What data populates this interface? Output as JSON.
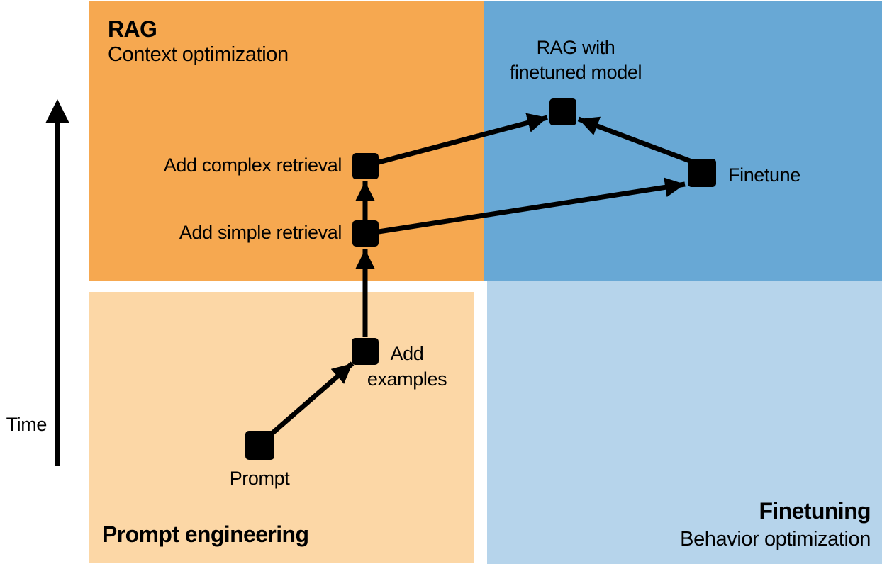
{
  "figure": {
    "axis": {
      "label": "Time"
    },
    "quadrants": {
      "top_left": {
        "title": "RAG",
        "subtitle": "Context optimization",
        "color": "#F6A850"
      },
      "top_right": {
        "color": "#68A8D5"
      },
      "bottom_left": {
        "title": "Prompt engineering",
        "color": "#FCD7A6"
      },
      "bottom_right": {
        "title": "Finetuning",
        "subtitle": "Behavior optimization",
        "color": "#B6D4EB"
      }
    },
    "nodes": {
      "prompt": {
        "label": "Prompt"
      },
      "add_examples": {
        "label": "Add\nexamples"
      },
      "add_simple_retrieval": {
        "label": "Add simple retrieval"
      },
      "add_complex_retrieval": {
        "label": "Add complex retrieval"
      },
      "rag_with_finetuned_model": {
        "label": "RAG with\nfinetuned model"
      },
      "finetune": {
        "label": "Finetune"
      }
    },
    "edges": [
      {
        "from": "prompt",
        "to": "add_examples"
      },
      {
        "from": "add_examples",
        "to": "add_simple_retrieval"
      },
      {
        "from": "add_simple_retrieval",
        "to": "add_complex_retrieval"
      },
      {
        "from": "add_complex_retrieval",
        "to": "rag_with_finetuned_model"
      },
      {
        "from": "add_simple_retrieval",
        "to": "finetune"
      },
      {
        "from": "finetune",
        "to": "rag_with_finetuned_model"
      }
    ],
    "node_color": "#000000",
    "arrow_color": "#000000"
  }
}
